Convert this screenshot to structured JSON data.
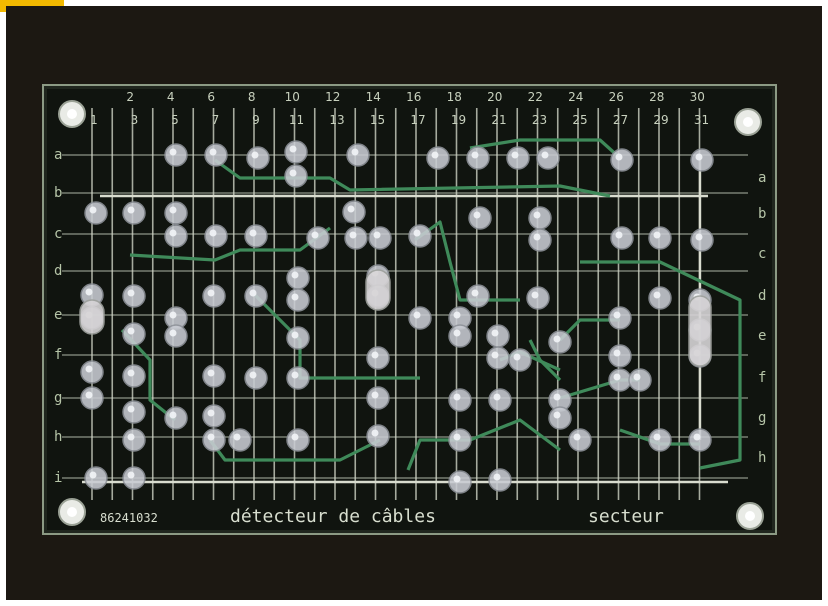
{
  "board": {
    "silkscreen": {
      "code": "86241032",
      "title": "détecteur de câbles",
      "right_label": "secteur"
    },
    "column_numbers_top": [
      "2",
      "4",
      "6",
      "8",
      "10",
      "12",
      "14",
      "16",
      "18",
      "20",
      "22",
      "24",
      "26",
      "28",
      "30"
    ],
    "column_numbers_bottom": [
      "1",
      "3",
      "5",
      "7",
      "9",
      "11",
      "13",
      "15",
      "17",
      "19",
      "21",
      "23",
      "25",
      "27",
      "29",
      "31"
    ],
    "row_labels_left": [
      "a",
      "b",
      "c",
      "d",
      "e",
      "f",
      "g",
      "h",
      "i"
    ],
    "row_labels_right": [
      "a",
      "b",
      "c",
      "d",
      "e",
      "f",
      "g",
      "h"
    ]
  },
  "colors": {
    "frame": "#ffffff",
    "corner_tab": "#f2b900",
    "board": "#10140f",
    "copper_trace": "#3f8a5a",
    "pad": "#c9ccd3",
    "wire": "#d9dccf"
  }
}
